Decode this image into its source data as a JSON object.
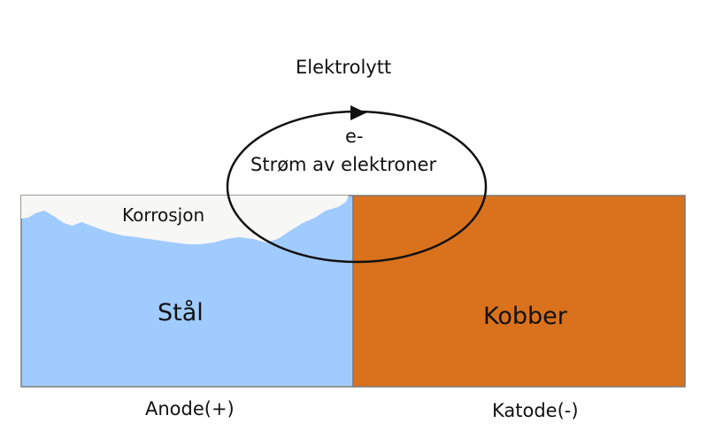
{
  "labels": {
    "electrolyte": "Elektrolytt",
    "electron_symbol": "e-",
    "electron_flow": "Strøm av elektroner",
    "corrosion": "Korrosjon",
    "steel": "Stål",
    "copper": "Kobber",
    "anode": "Anode(+)",
    "cathode": "Katode(-)"
  },
  "colors": {
    "steel": "#a0cbff",
    "copper": "#d9711d",
    "corrosion": "#f7f7f5",
    "outline": "#7a7a7a",
    "loop": "#111111"
  },
  "icons": {
    "flow_direction": "arrowhead-right-icon"
  }
}
